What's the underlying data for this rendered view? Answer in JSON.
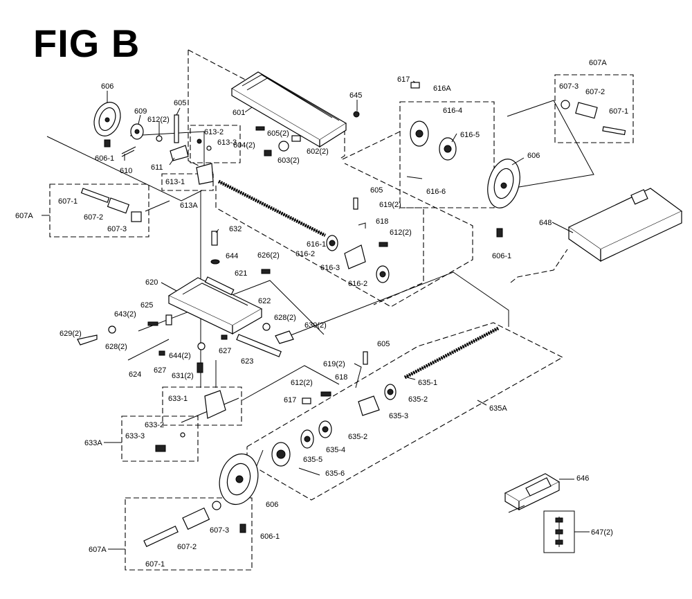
{
  "figure": {
    "title": "FIG B"
  },
  "labels": {
    "l606a": "606",
    "l609": "609",
    "l612a": "612(2)",
    "l605a": "605",
    "l6061a": "606-1",
    "l610": "610",
    "l611": "611",
    "l6132": "613-2",
    "l6133": "613-3",
    "l6131": "613-1",
    "l613A": "613A",
    "l601": "601",
    "l6052": "605(2)",
    "l6042": "604(2)",
    "l6032": "603(2)",
    "l6022": "602(2)",
    "l645": "645",
    "l617a": "617",
    "l616A": "616A",
    "l6164": "616-4",
    "l6165": "616-5",
    "l6166": "616-6",
    "l606b": "606",
    "l607Aa": "607A",
    "l6073a": "607-3",
    "l6072a": "607-2",
    "l6071a": "607-1",
    "l6071b": "607-1",
    "l6072b": "607-2",
    "l6073b": "607-3",
    "l607Ab": "607A",
    "l632": "632",
    "l644": "644",
    "l6262": "626(2)",
    "l621": "621",
    "l620": "620",
    "l622": "622",
    "l625": "625",
    "l6432": "643(2)",
    "l6282a": "628(2)",
    "l6302": "630(2)",
    "l6292": "629(2)",
    "l6282b": "628(2)",
    "l627a": "627",
    "l6442": "644(2)",
    "l627b": "627",
    "l623": "623",
    "l624": "624",
    "l6312": "631(2)",
    "l605b": "605",
    "l6192a": "619(2)",
    "l618a": "618",
    "l6122b": "612(2)",
    "l6161": "616-1",
    "l6162a": "616-2",
    "l6163": "616-3",
    "l6162b": "616-2",
    "l6061b": "606-1",
    "l648": "648",
    "l605c": "605",
    "l6192b": "619(2)",
    "l618b": "618",
    "l6122c": "612(2)",
    "l6351": "635-1",
    "l6352a": "635-2",
    "l6353": "635-3",
    "l635A": "635A",
    "l617b": "617",
    "l6352b": "635-2",
    "l6354": "635-4",
    "l6355": "635-5",
    "l6356": "635-6",
    "l6331": "633-1",
    "l6332": "633-2",
    "l6333": "633-3",
    "l633A": "633A",
    "l606c": "606",
    "l6061c": "606-1",
    "l6073c": "607-3",
    "l6072c": "607-2",
    "l6071c": "607-1",
    "l607Ac": "607A",
    "l646": "646",
    "l6472": "647(2)"
  }
}
